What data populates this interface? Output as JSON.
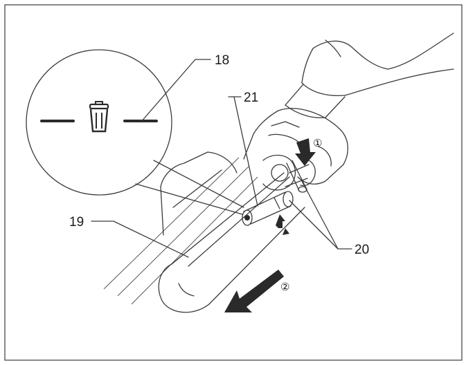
{
  "diagram": {
    "labels": {
      "l18": "18",
      "l19": "19",
      "l20": "20",
      "l21": "21"
    },
    "steps": {
      "s1": "①",
      "s2": "②"
    },
    "icons": {
      "bin": "trash-bin-icon"
    },
    "colors": {
      "line": "#3a3a3a",
      "frame": "#555555",
      "fill": "#2a2a2a",
      "background": "#ffffff"
    }
  }
}
